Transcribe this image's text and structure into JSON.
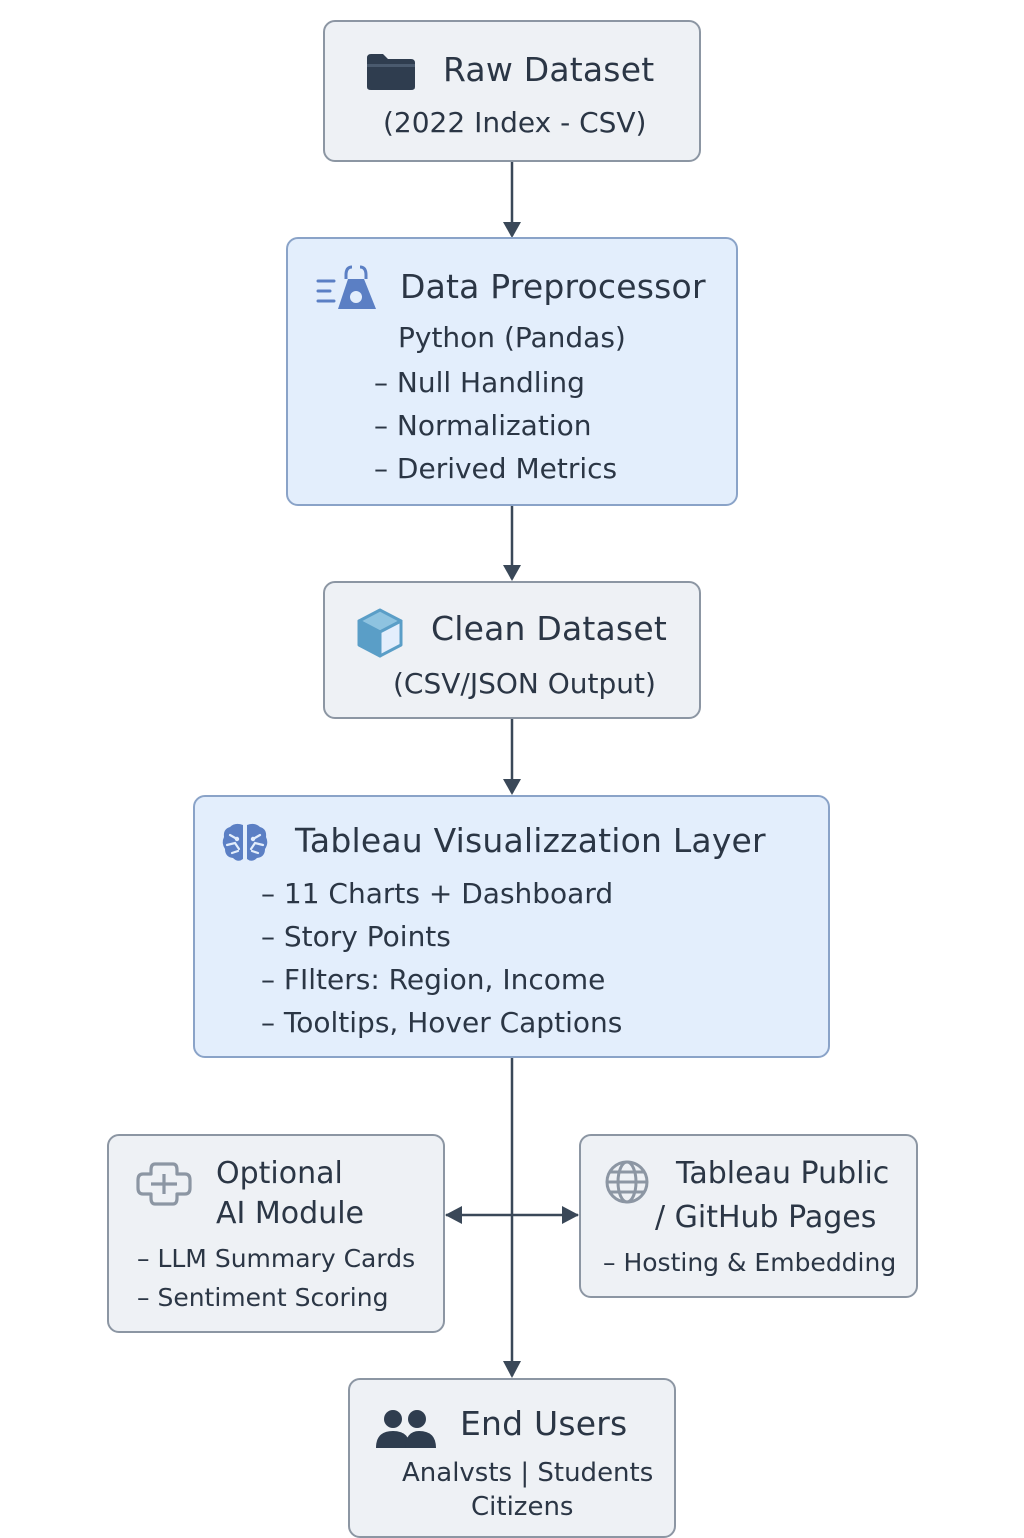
{
  "nodes": {
    "raw_dataset": {
      "title": "Raw Dataset",
      "subtitle": "(2022 Index - CSV)",
      "icon": "folder-icon"
    },
    "preprocessor": {
      "title": "Data Preprocessor",
      "subtitle": "Python (Pandas)",
      "items": [
        "– Null Handling",
        "– Normalization",
        "– Derived Metrics"
      ],
      "icon": "pandas-bear-icon"
    },
    "clean_dataset": {
      "title": "Clean Dataset",
      "subtitle": "(CSV/JSON Output)",
      "icon": "cube-icon"
    },
    "tableau_layer": {
      "title": "Tableau Visualizzation Layer",
      "items": [
        "– 11 Charts + Dashboard",
        "– Story Points",
        "– FIlters: Region, Income",
        "– Tooltips, Hover Captions"
      ],
      "icon": "brain-icon"
    },
    "ai_module": {
      "title_line1": "Optional",
      "title_line2": "AI Module",
      "items": [
        "– LLM Summary Cards",
        "– Sentiment Scoring"
      ],
      "icon": "ai-knot-icon"
    },
    "hosting": {
      "title_line1": "Tableau Public",
      "title_line2": "/ GitHub Pages",
      "items": [
        "– Hosting & Embedding"
      ],
      "icon": "globe-icon"
    },
    "end_users": {
      "title": "End Users",
      "line1": "Analvsts | Students",
      "line2": "Citizens",
      "icon": "users-icon"
    }
  },
  "colors": {
    "node_fill_gray": "#eef1f5",
    "node_fill_blue": "#e3eefc",
    "border_gray": "#8c96a3",
    "border_blue": "#8aa3c8",
    "arrow": "#3a4858",
    "text": "#2b3645",
    "icon_dark": "#2f3d4f",
    "icon_blue": "#5b7fc4",
    "icon_teal": "#5a9ec7"
  }
}
